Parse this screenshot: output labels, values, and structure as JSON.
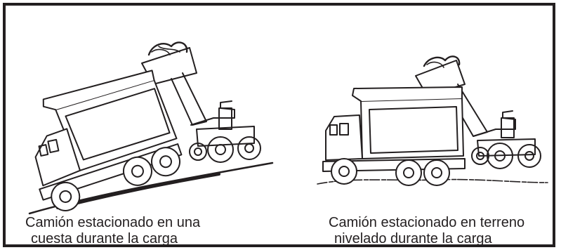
{
  "panels": [
    {
      "caption_line1": "Camión estacionado en una",
      "caption_line2": "cuesta durante la carga",
      "trucks": [
        "dump-truck",
        "wheel-loader"
      ]
    },
    {
      "caption_line1": "Camión estacionado en terreno",
      "caption_line2": "nivelado durante la carga",
      "trucks": [
        "dump-truck",
        "wheel-loader"
      ]
    }
  ],
  "colors": {
    "line": "#231f20",
    "background": "#ffffff"
  }
}
